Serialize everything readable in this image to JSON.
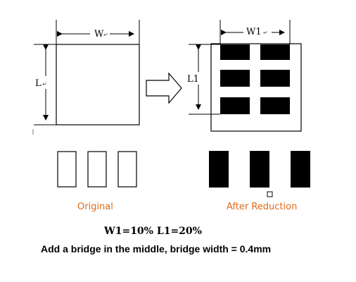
{
  "original_view": {
    "width_label": "W",
    "length_label": "L",
    "caption": "Original"
  },
  "reduced_view": {
    "width_label": "W1",
    "length_label": "L1",
    "caption": "After Reduction"
  },
  "ratio_text": "W1=10%    L1=20%",
  "bridge_note": "Add a bridge in the middle, bridge width = 0.4mm",
  "colors": {
    "caption": "#e06a1a",
    "ink": "#000000",
    "pad_fill": "#000000"
  }
}
